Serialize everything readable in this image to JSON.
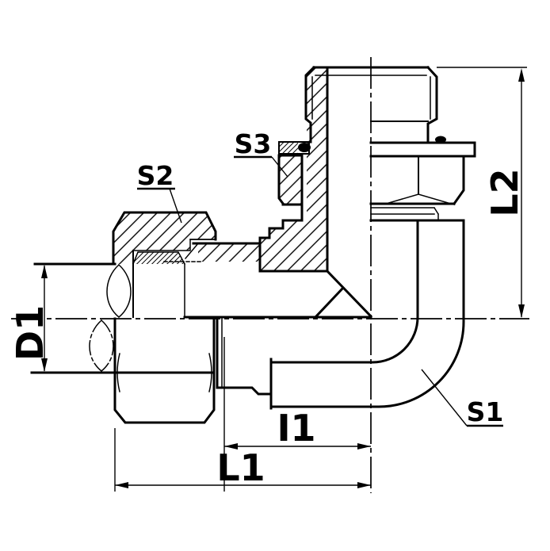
{
  "drawing": {
    "background": "#ffffff",
    "line_color": "#000000",
    "callouts": {
      "s1": "S1",
      "s2": "S2",
      "s3": "S3"
    },
    "dimensions": {
      "d1": "D1",
      "l1": "L1",
      "l2": "L2",
      "i1": "I1"
    }
  }
}
